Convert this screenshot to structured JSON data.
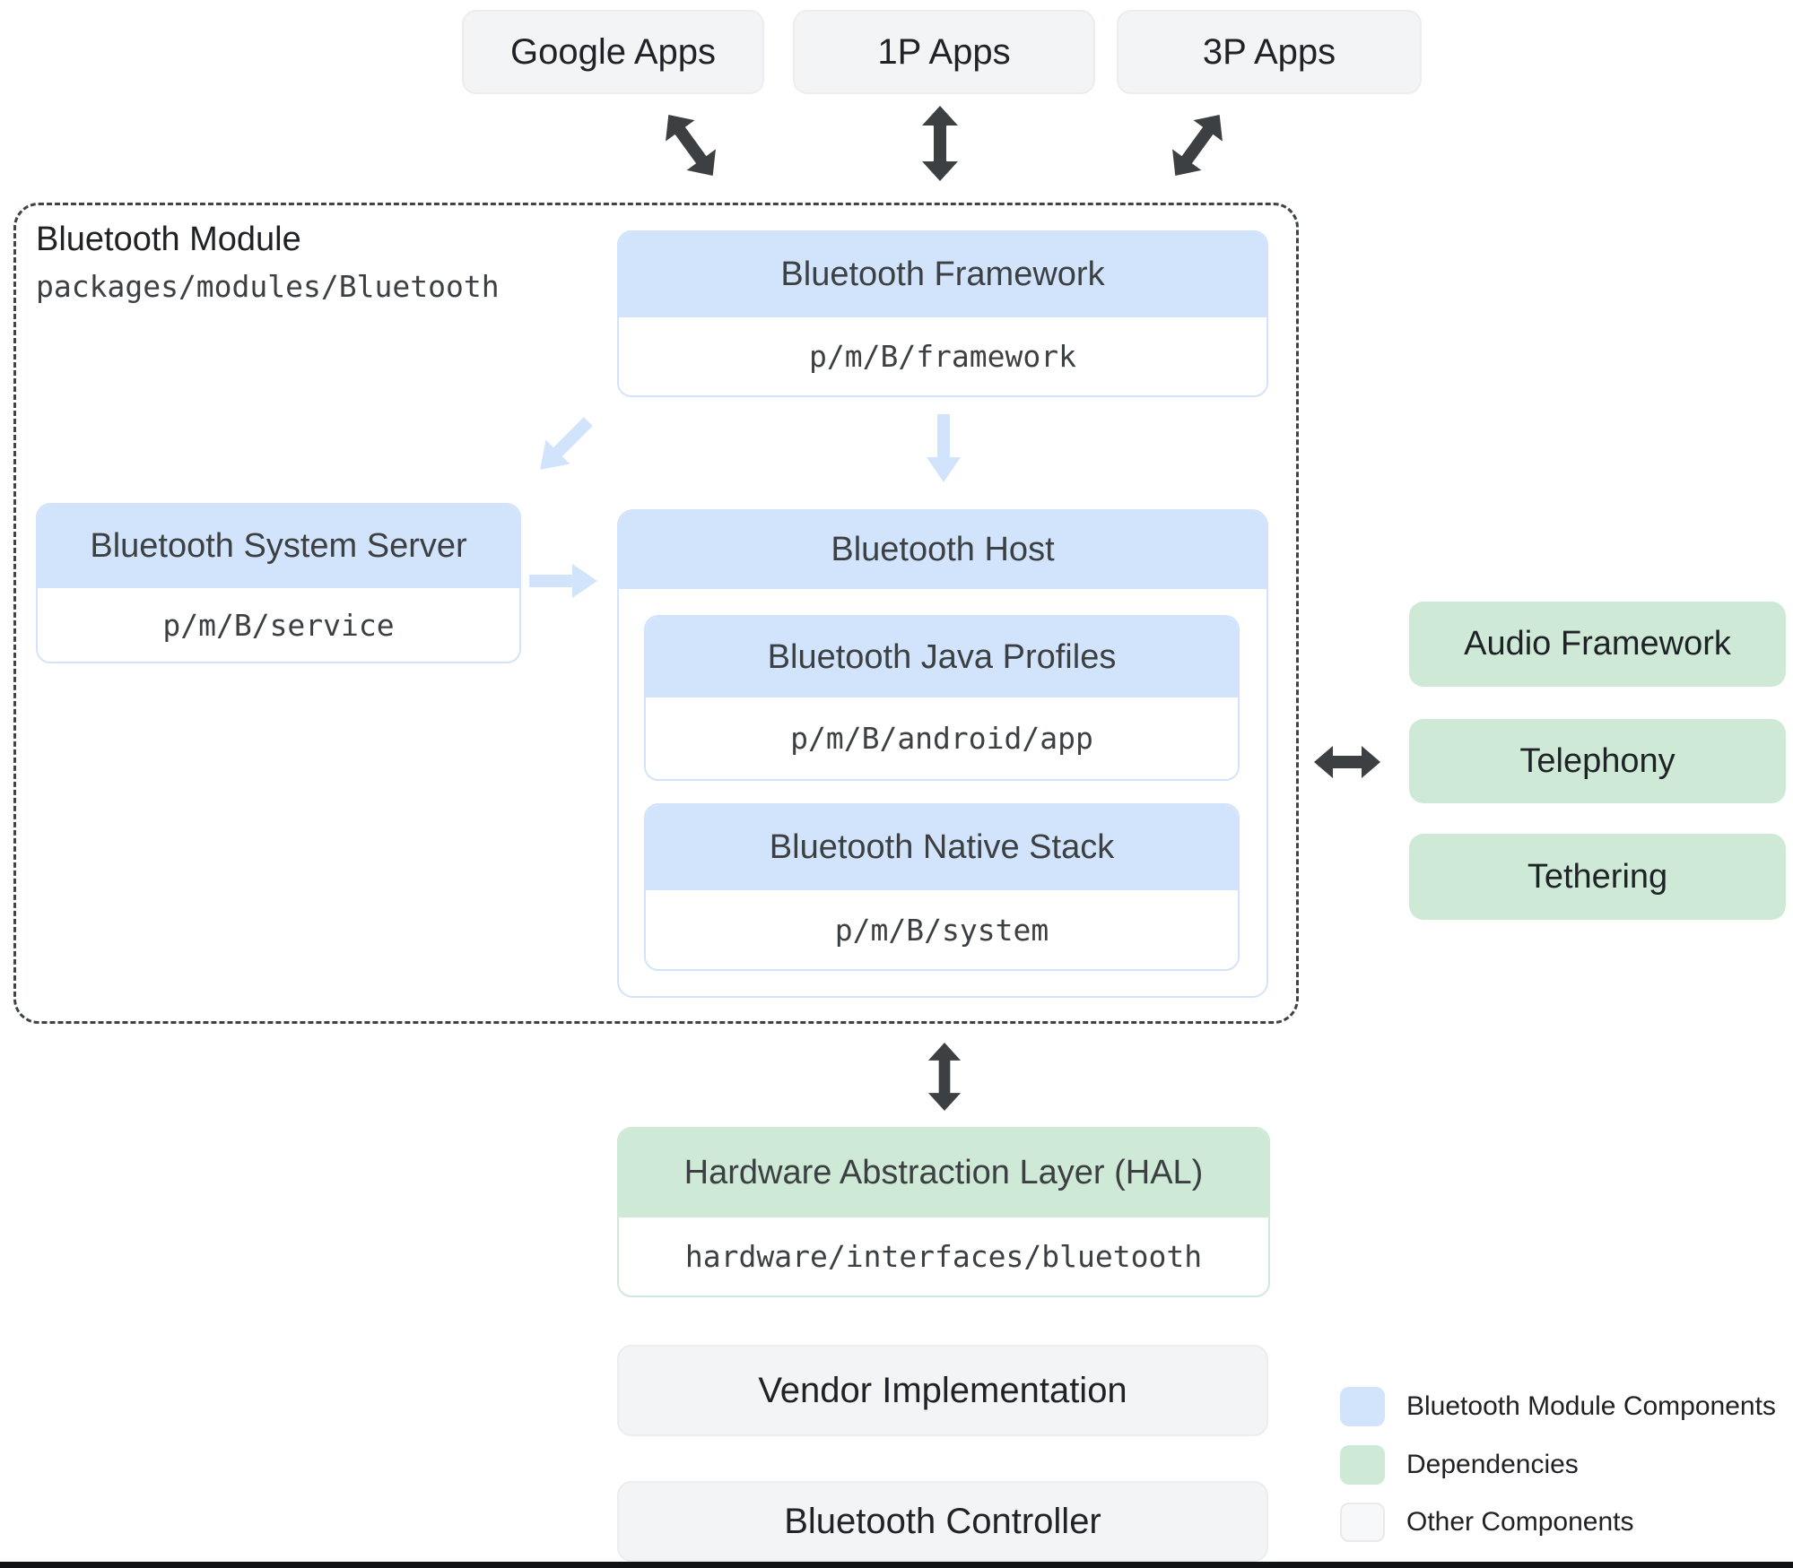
{
  "palette": {
    "module_blue": "#d2e3fc",
    "dependency_green": "#ceead6",
    "other_gray": "#f2f4f5",
    "arrow_dark": "#3c4043",
    "arrow_light_blue": "#d2e3fc"
  },
  "apps": {
    "google": "Google Apps",
    "first_party": "1P Apps",
    "third_party": "3P Apps"
  },
  "bluetooth_module": {
    "title": "Bluetooth Module",
    "path": "packages/modules/Bluetooth",
    "framework": {
      "title": "Bluetooth Framework",
      "path": "p/m/B/framework"
    },
    "system_server": {
      "title": "Bluetooth System Server",
      "path": "p/m/B/service"
    },
    "host": {
      "title": "Bluetooth Host",
      "java_profiles": {
        "title": "Bluetooth Java Profiles",
        "path": "p/m/B/android/app"
      },
      "native_stack": {
        "title": "Bluetooth Native Stack",
        "path": "p/m/B/system"
      }
    }
  },
  "dependencies": {
    "audio": "Audio Framework",
    "telephony": "Telephony",
    "tethering": "Tethering"
  },
  "hal": {
    "title": "Hardware Abstraction Layer (HAL)",
    "path": "hardware/interfaces/bluetooth"
  },
  "other_components": {
    "vendor_implementation": "Vendor Implementation",
    "bluetooth_controller": "Bluetooth Controller"
  },
  "legend": {
    "module_components": "Bluetooth Module Components",
    "dependencies": "Dependencies",
    "other": "Other Components"
  }
}
